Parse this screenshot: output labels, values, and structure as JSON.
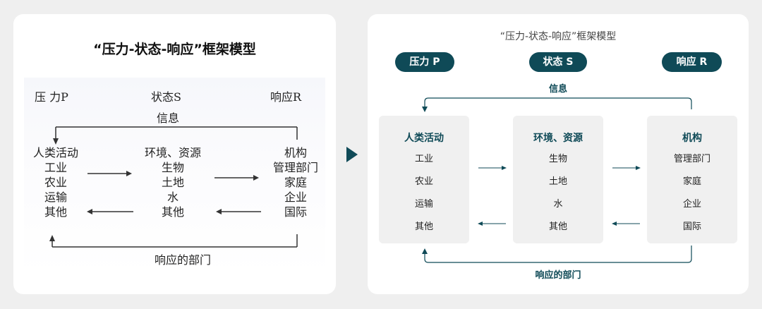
{
  "left": {
    "title": "“压力-状态-响应”框架模型",
    "headers": [
      "压 力P",
      "状态S",
      "响应R"
    ],
    "info_label": "信息",
    "response_label": "响应的部门",
    "col1": [
      "人类活动",
      "工业",
      "农业",
      "运输",
      "其他"
    ],
    "col2": [
      "环境、资源",
      "生物",
      "土地",
      "水",
      "其他"
    ],
    "col3": [
      "机构",
      "管理部门",
      "家庭",
      "企业",
      "国际"
    ]
  },
  "right": {
    "title": "“压力-状态-响应”框架模型",
    "pills": [
      "压力 P",
      "状态 S",
      "响应 R"
    ],
    "info_label": "信息",
    "response_label": "响应的部门",
    "boxes": [
      {
        "title": "人类活动",
        "items": [
          "工业",
          "农业",
          "运输",
          "其他"
        ]
      },
      {
        "title": "环境、资源",
        "items": [
          "生物",
          "土地",
          "水",
          "其他"
        ]
      },
      {
        "title": "机构",
        "items": [
          "管理部门",
          "家庭",
          "企业",
          "国际"
        ]
      }
    ]
  },
  "colors": {
    "accent": "#0f4a57",
    "box_bg": "#f0f0f0",
    "page_bg": "#efefef"
  },
  "icons": {
    "center": "play-arrow-icon"
  }
}
